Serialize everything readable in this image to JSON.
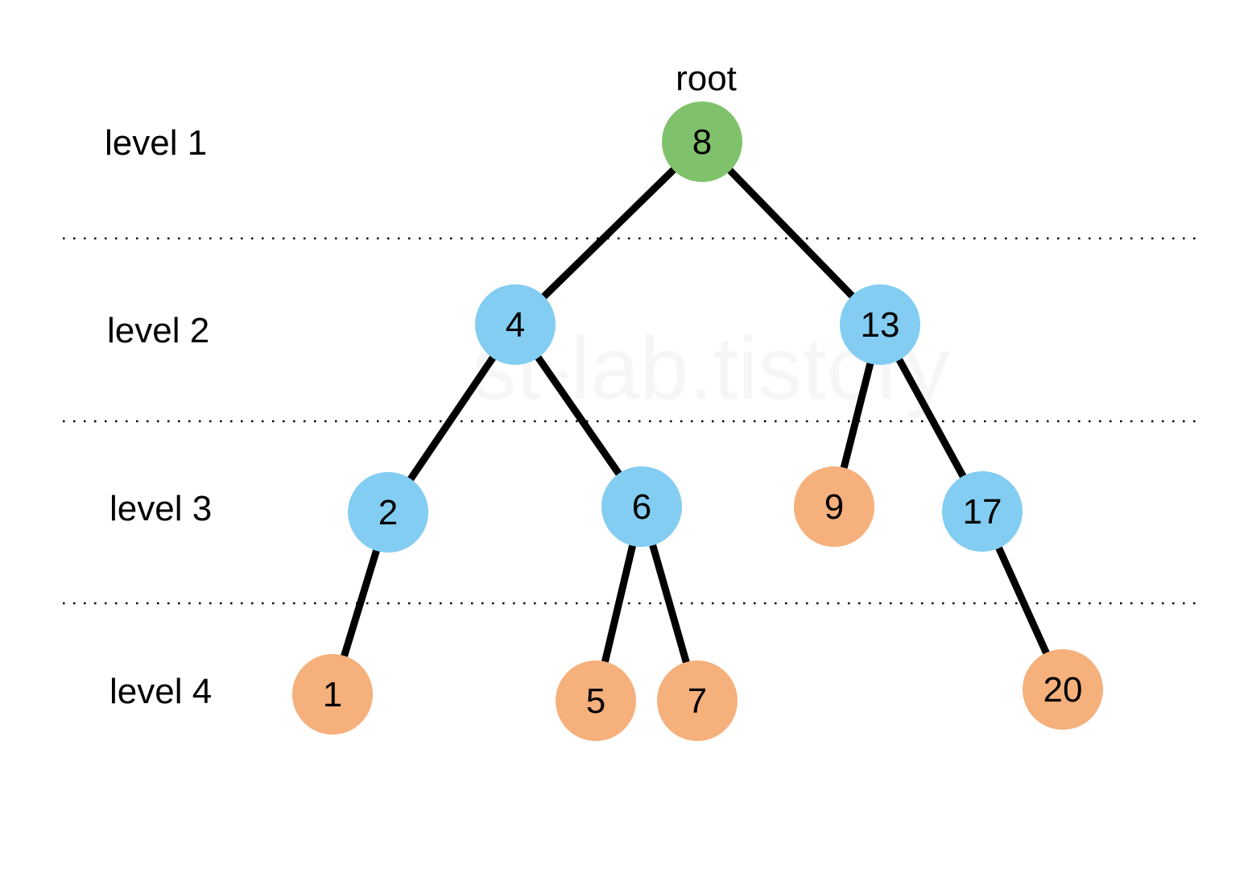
{
  "watermark": "st-lab.tistory",
  "root_label": "root",
  "levels": [
    "level 1",
    "level 2",
    "level 3",
    "level 4"
  ],
  "colors": {
    "root": "#7fc26b",
    "internal": "#83cdf2",
    "leaf": "#f5b07c",
    "edge": "#000000"
  },
  "tree": {
    "nodes": [
      {
        "id": "n8",
        "label": "8",
        "level": 1,
        "kind": "root"
      },
      {
        "id": "n4",
        "label": "4",
        "level": 2,
        "kind": "internal"
      },
      {
        "id": "n13",
        "label": "13",
        "level": 2,
        "kind": "internal"
      },
      {
        "id": "n2",
        "label": "2",
        "level": 3,
        "kind": "internal"
      },
      {
        "id": "n6",
        "label": "6",
        "level": 3,
        "kind": "internal"
      },
      {
        "id": "n9",
        "label": "9",
        "level": 3,
        "kind": "leaf"
      },
      {
        "id": "n17",
        "label": "17",
        "level": 3,
        "kind": "internal"
      },
      {
        "id": "n1",
        "label": "1",
        "level": 4,
        "kind": "leaf"
      },
      {
        "id": "n5",
        "label": "5",
        "level": 4,
        "kind": "leaf"
      },
      {
        "id": "n7",
        "label": "7",
        "level": 4,
        "kind": "leaf"
      },
      {
        "id": "n20",
        "label": "20",
        "level": 4,
        "kind": "leaf"
      }
    ],
    "edges": [
      {
        "from": "n8",
        "to": "n4"
      },
      {
        "from": "n8",
        "to": "n13"
      },
      {
        "from": "n4",
        "to": "n2"
      },
      {
        "from": "n4",
        "to": "n6"
      },
      {
        "from": "n13",
        "to": "n9"
      },
      {
        "from": "n13",
        "to": "n17"
      },
      {
        "from": "n2",
        "to": "n1"
      },
      {
        "from": "n6",
        "to": "n5"
      },
      {
        "from": "n6",
        "to": "n7"
      },
      {
        "from": "n17",
        "to": "n20"
      }
    ]
  }
}
